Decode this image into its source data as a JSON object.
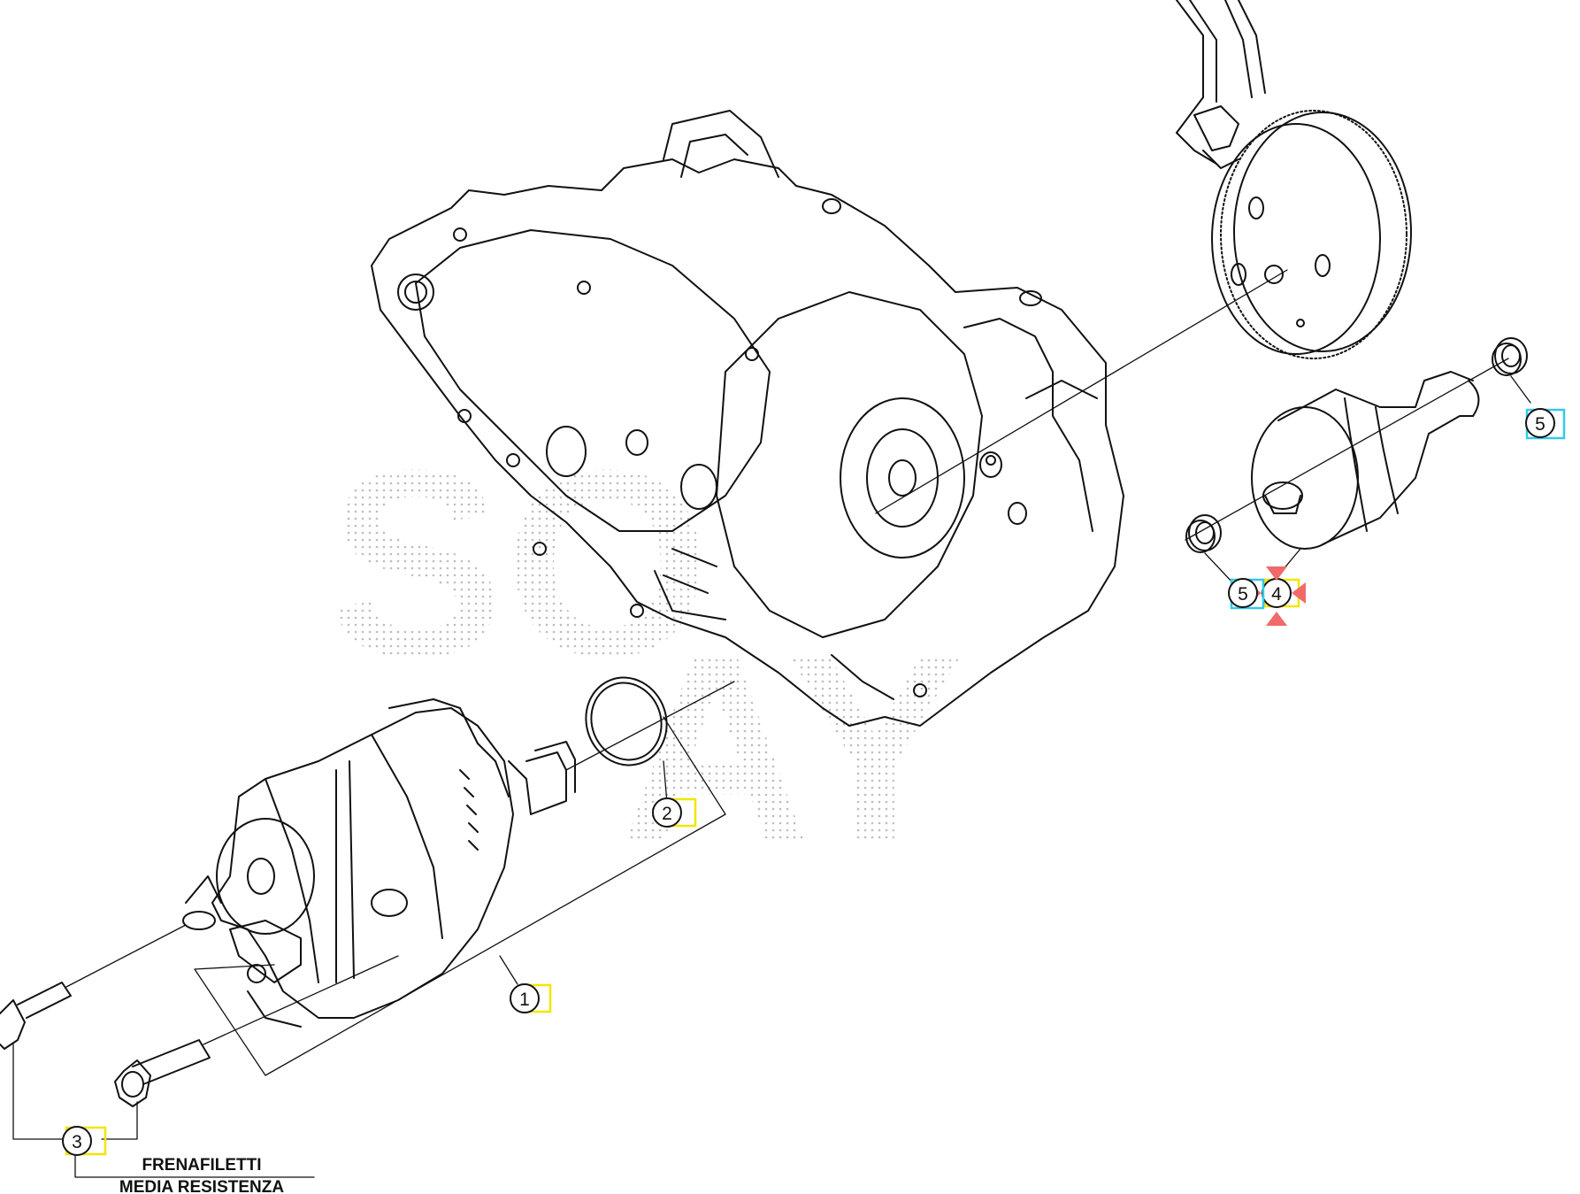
{
  "callouts": [
    {
      "id": "1",
      "label": "1",
      "highlight": "yellow"
    },
    {
      "id": "2",
      "label": "2",
      "highlight": "yellow"
    },
    {
      "id": "3",
      "label": "3",
      "highlight": "yellow"
    },
    {
      "id": "4",
      "label": "4",
      "highlight": "yellow",
      "selected": true
    },
    {
      "id": "5a",
      "label": "5",
      "highlight": "cyan"
    },
    {
      "id": "5b",
      "label": "5",
      "highlight": "cyan"
    }
  ],
  "note": {
    "line1": "FRENAFILETTI",
    "line2": "MEDIA RESISTENZA"
  },
  "watermark": {
    "line1": "SO",
    "line2": "AY"
  },
  "colors": {
    "line": "#111111",
    "highlight_yellow": "#f2e600",
    "highlight_cyan": "#35c9e8",
    "selection_marker": "#f06a6a",
    "watermark_dots": "#bdbdbd"
  }
}
